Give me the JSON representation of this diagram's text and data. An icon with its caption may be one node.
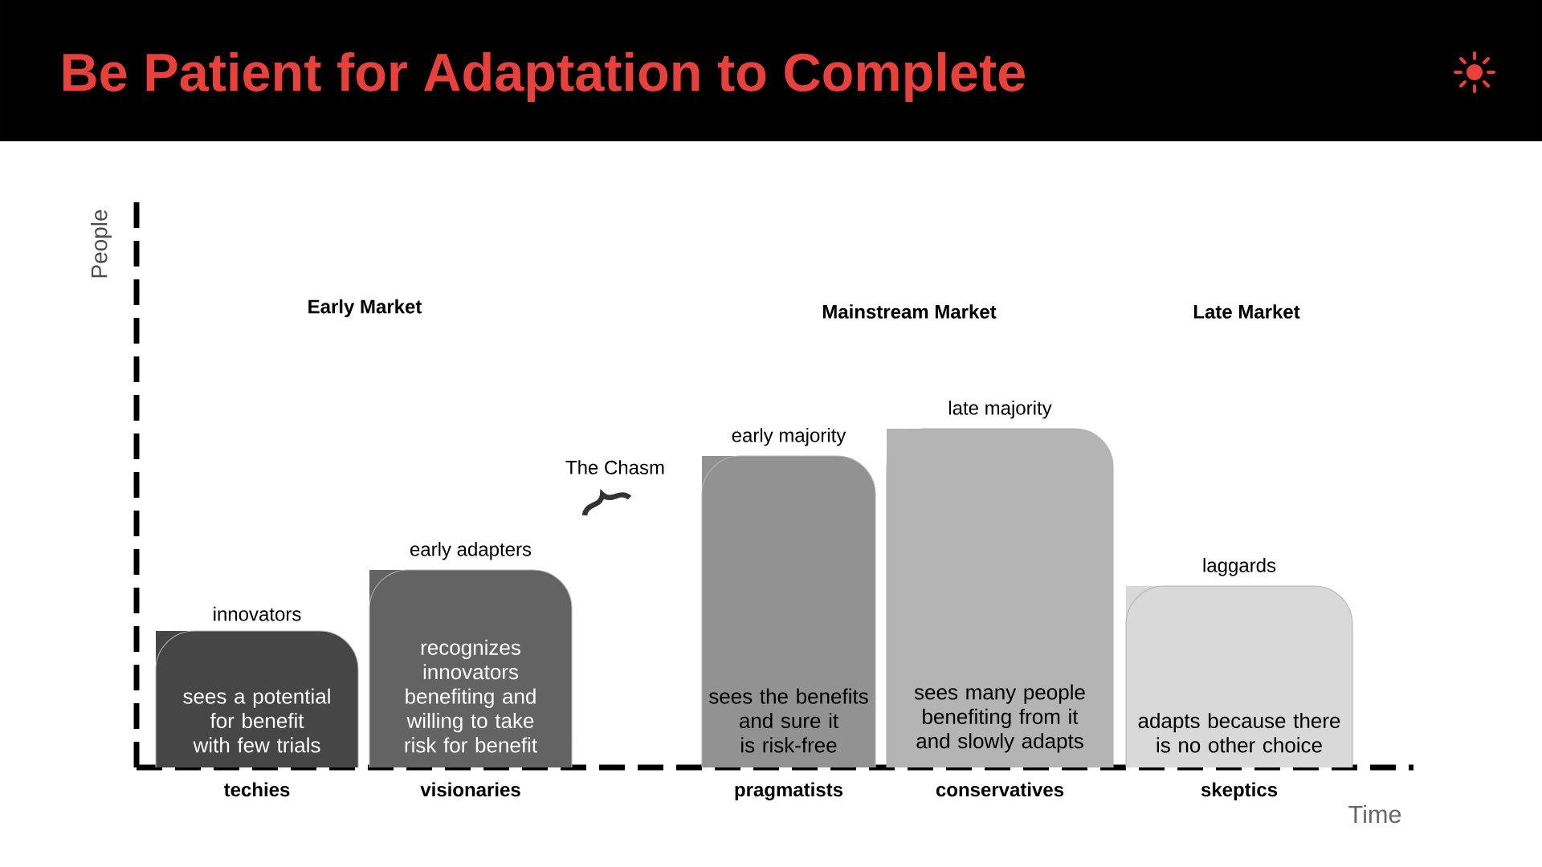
{
  "diagram": {
    "title": "Be Patient for Adaptation to Complete",
    "nodes": [
      {
        "text": [
          "innovators",
          "sees a potential for benefit with few trials"
        ],
        "beside": [
          "techies"
        ]
      },
      {
        "text": [
          "early adapters",
          "recognizes innovators benefiting and willing to take risk for benefit"
        ],
        "beside": [
          "visionaries"
        ]
      },
      {
        "text": [
          "early majority",
          "sees the benefits and sure it is risk-free"
        ],
        "beside": [
          "pragmatists"
        ]
      },
      {
        "text": [
          "late majority",
          "sees many people benefiting from it and slowly adapts"
        ],
        "beside": [
          "conservatives"
        ]
      },
      {
        "text": [
          "laggards",
          "adapts because there is no other choice"
        ],
        "beside": [
          "skeptics"
        ]
      }
    ],
    "labels": [
      "People",
      "Early Market",
      "Mainstream Market",
      "Late Market",
      "The Chasm",
      "Time"
    ]
  }
}
